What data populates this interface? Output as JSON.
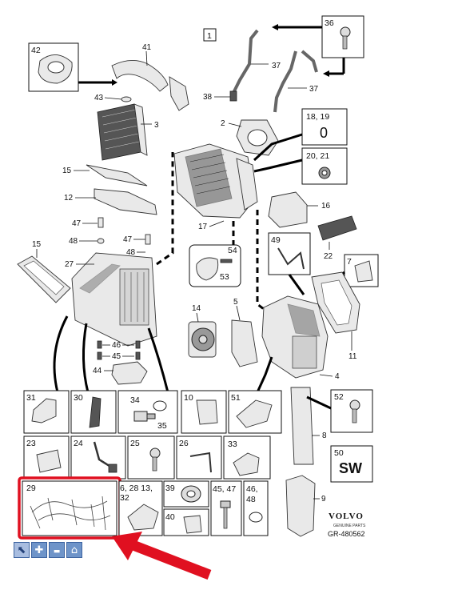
{
  "diagram": {
    "reference": "GR-480562",
    "brand": {
      "name": "VOLVO",
      "subtitle": "GENUINE PARTS"
    },
    "group_box": "1",
    "labels": {
      "n2": "2",
      "n3": "3",
      "n4": "4",
      "n5": "5",
      "n8": "8",
      "n9": "9",
      "n11": "11",
      "n12": "12",
      "n14": "14",
      "n15a": "15",
      "n15b": "15",
      "n16": "16",
      "n17": "17",
      "n22": "22",
      "n27": "27",
      "n36": "36",
      "n37a": "37",
      "n37b": "37",
      "n38": "38",
      "n41": "41",
      "n42": "42",
      "n43": "43",
      "n44": "44",
      "n45": "45",
      "n46": "46",
      "n47a": "47",
      "n47b": "47",
      "n48a": "48",
      "n48b": "48",
      "n49": "49",
      "n53": "53",
      "n54": "54",
      "n7": "7"
    },
    "callouts": {
      "c1819_label": "18, 19",
      "c1819_value": "0",
      "c2021_label": "20, 21",
      "c52": "52",
      "c50_label": "50",
      "c50_value": "SW"
    },
    "grid_boxes": {
      "b31": "31",
      "b30": "30",
      "b34": "34",
      "b35": "35",
      "b10": "10",
      "b51": "51",
      "b23": "23",
      "b24": "24",
      "b25": "25",
      "b26": "26",
      "b33": "33",
      "b29": "29",
      "b6_line1": "6, 28 13,",
      "b6_line2": "32",
      "b39": "39",
      "b40": "40",
      "b4547": "45, 47",
      "b46_line1": "46,",
      "b46_line2": "48"
    },
    "highlight_color": "#e01020",
    "arrow_color": "#e01020"
  },
  "toolbar": {
    "select_icon": "⬉",
    "zoom_in_icon": "✚",
    "zoom_out_icon": "▬",
    "home_icon": "⌂"
  }
}
